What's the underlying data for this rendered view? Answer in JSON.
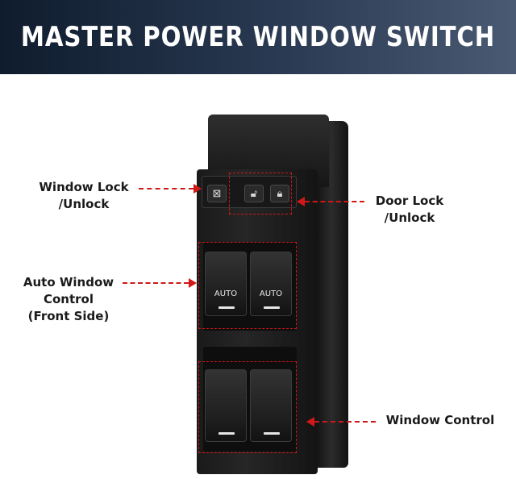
{
  "banner": {
    "title": "MASTER POWER WINDOW SWITCH"
  },
  "callouts": {
    "window_lock": "Window Lock\n/Unlock",
    "door_lock": "Door Lock\n/Unlock",
    "auto_window": "Auto Window\nControl\n(Front Side)",
    "window_control": "Window Control"
  },
  "buttons": {
    "auto_left": "AUTO",
    "auto_right": "AUTO"
  },
  "colors": {
    "accent": "#d01818",
    "banner_dark": "#0f1c2e",
    "device": "#1e1e1e"
  }
}
